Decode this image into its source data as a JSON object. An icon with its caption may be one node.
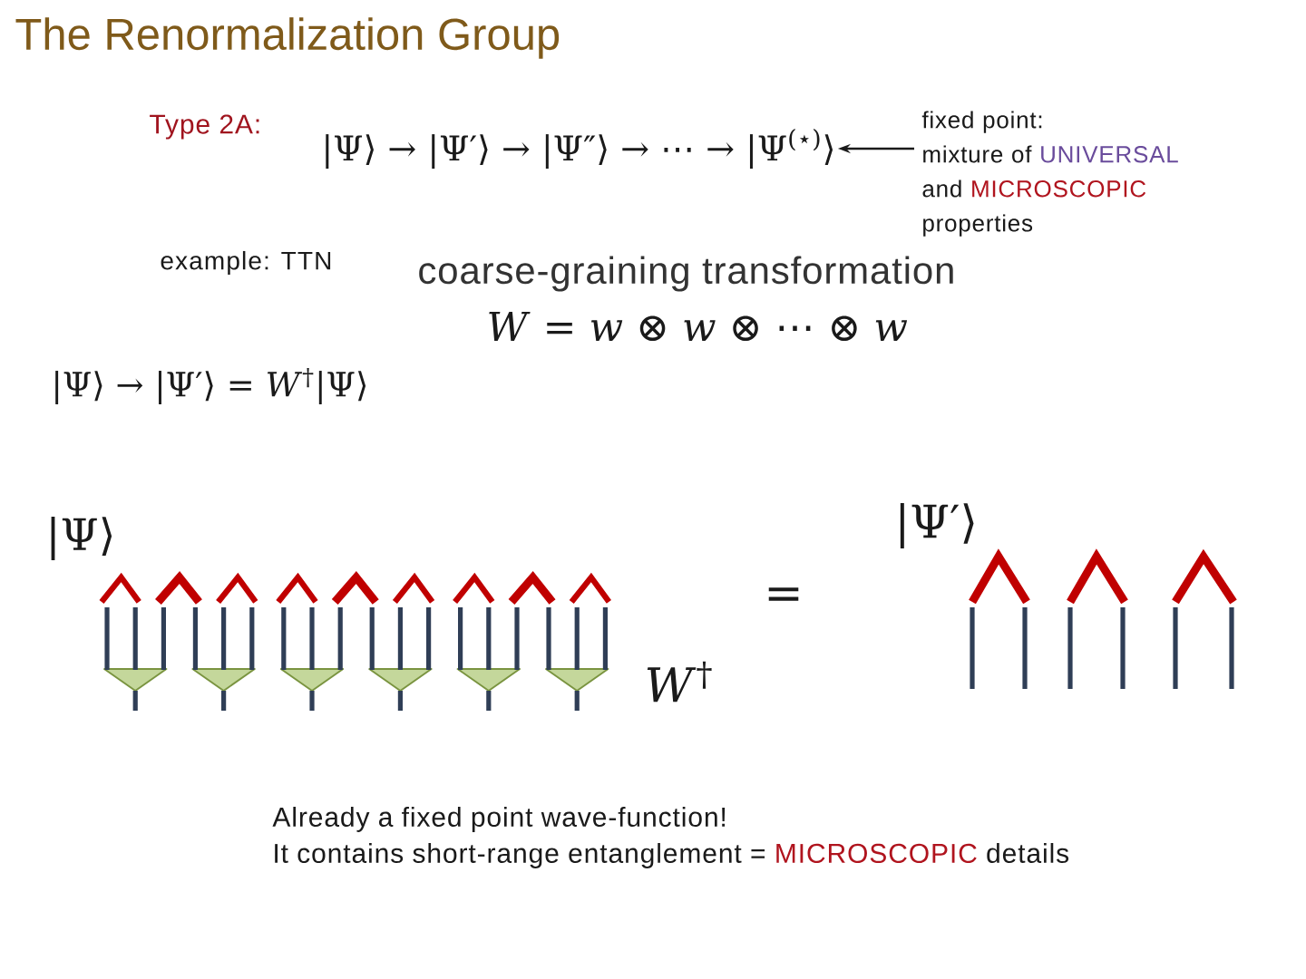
{
  "diagram": {
    "title": "The Renormalization Group",
    "nodes": [
      {
        "text": [
          "|Ψ⟩ → |Ψ′⟩ → |Ψ″⟩ → ⋯ → |Ψ$^{(⋆)}$⟩"
        ]
      },
      {
        "text": [
          "fixed point:",
          "mixture of UNIVERSAL and MICROSCOPIC properties"
        ]
      }
    ],
    "edges": [
      {
        "from": 1,
        "to": 0,
        "arrow": "to"
      }
    ],
    "labels": [
      "Type 2A:",
      "example: TTN",
      "coarse-graining transformation",
      "*W* = *w* ⊗ *w* ⊗ ⋯ ⊗ *w*",
      "|Ψ⟩ → |Ψ′⟩ = *W*$^{†}$|Ψ⟩",
      "|Ψ⟩",
      "|Ψ′⟩",
      "=",
      "*W*$^{†}$",
      "Already a fixed point wave-function!",
      "It contains short-range entanglement = MICROSCOPIC details"
    ]
  }
}
